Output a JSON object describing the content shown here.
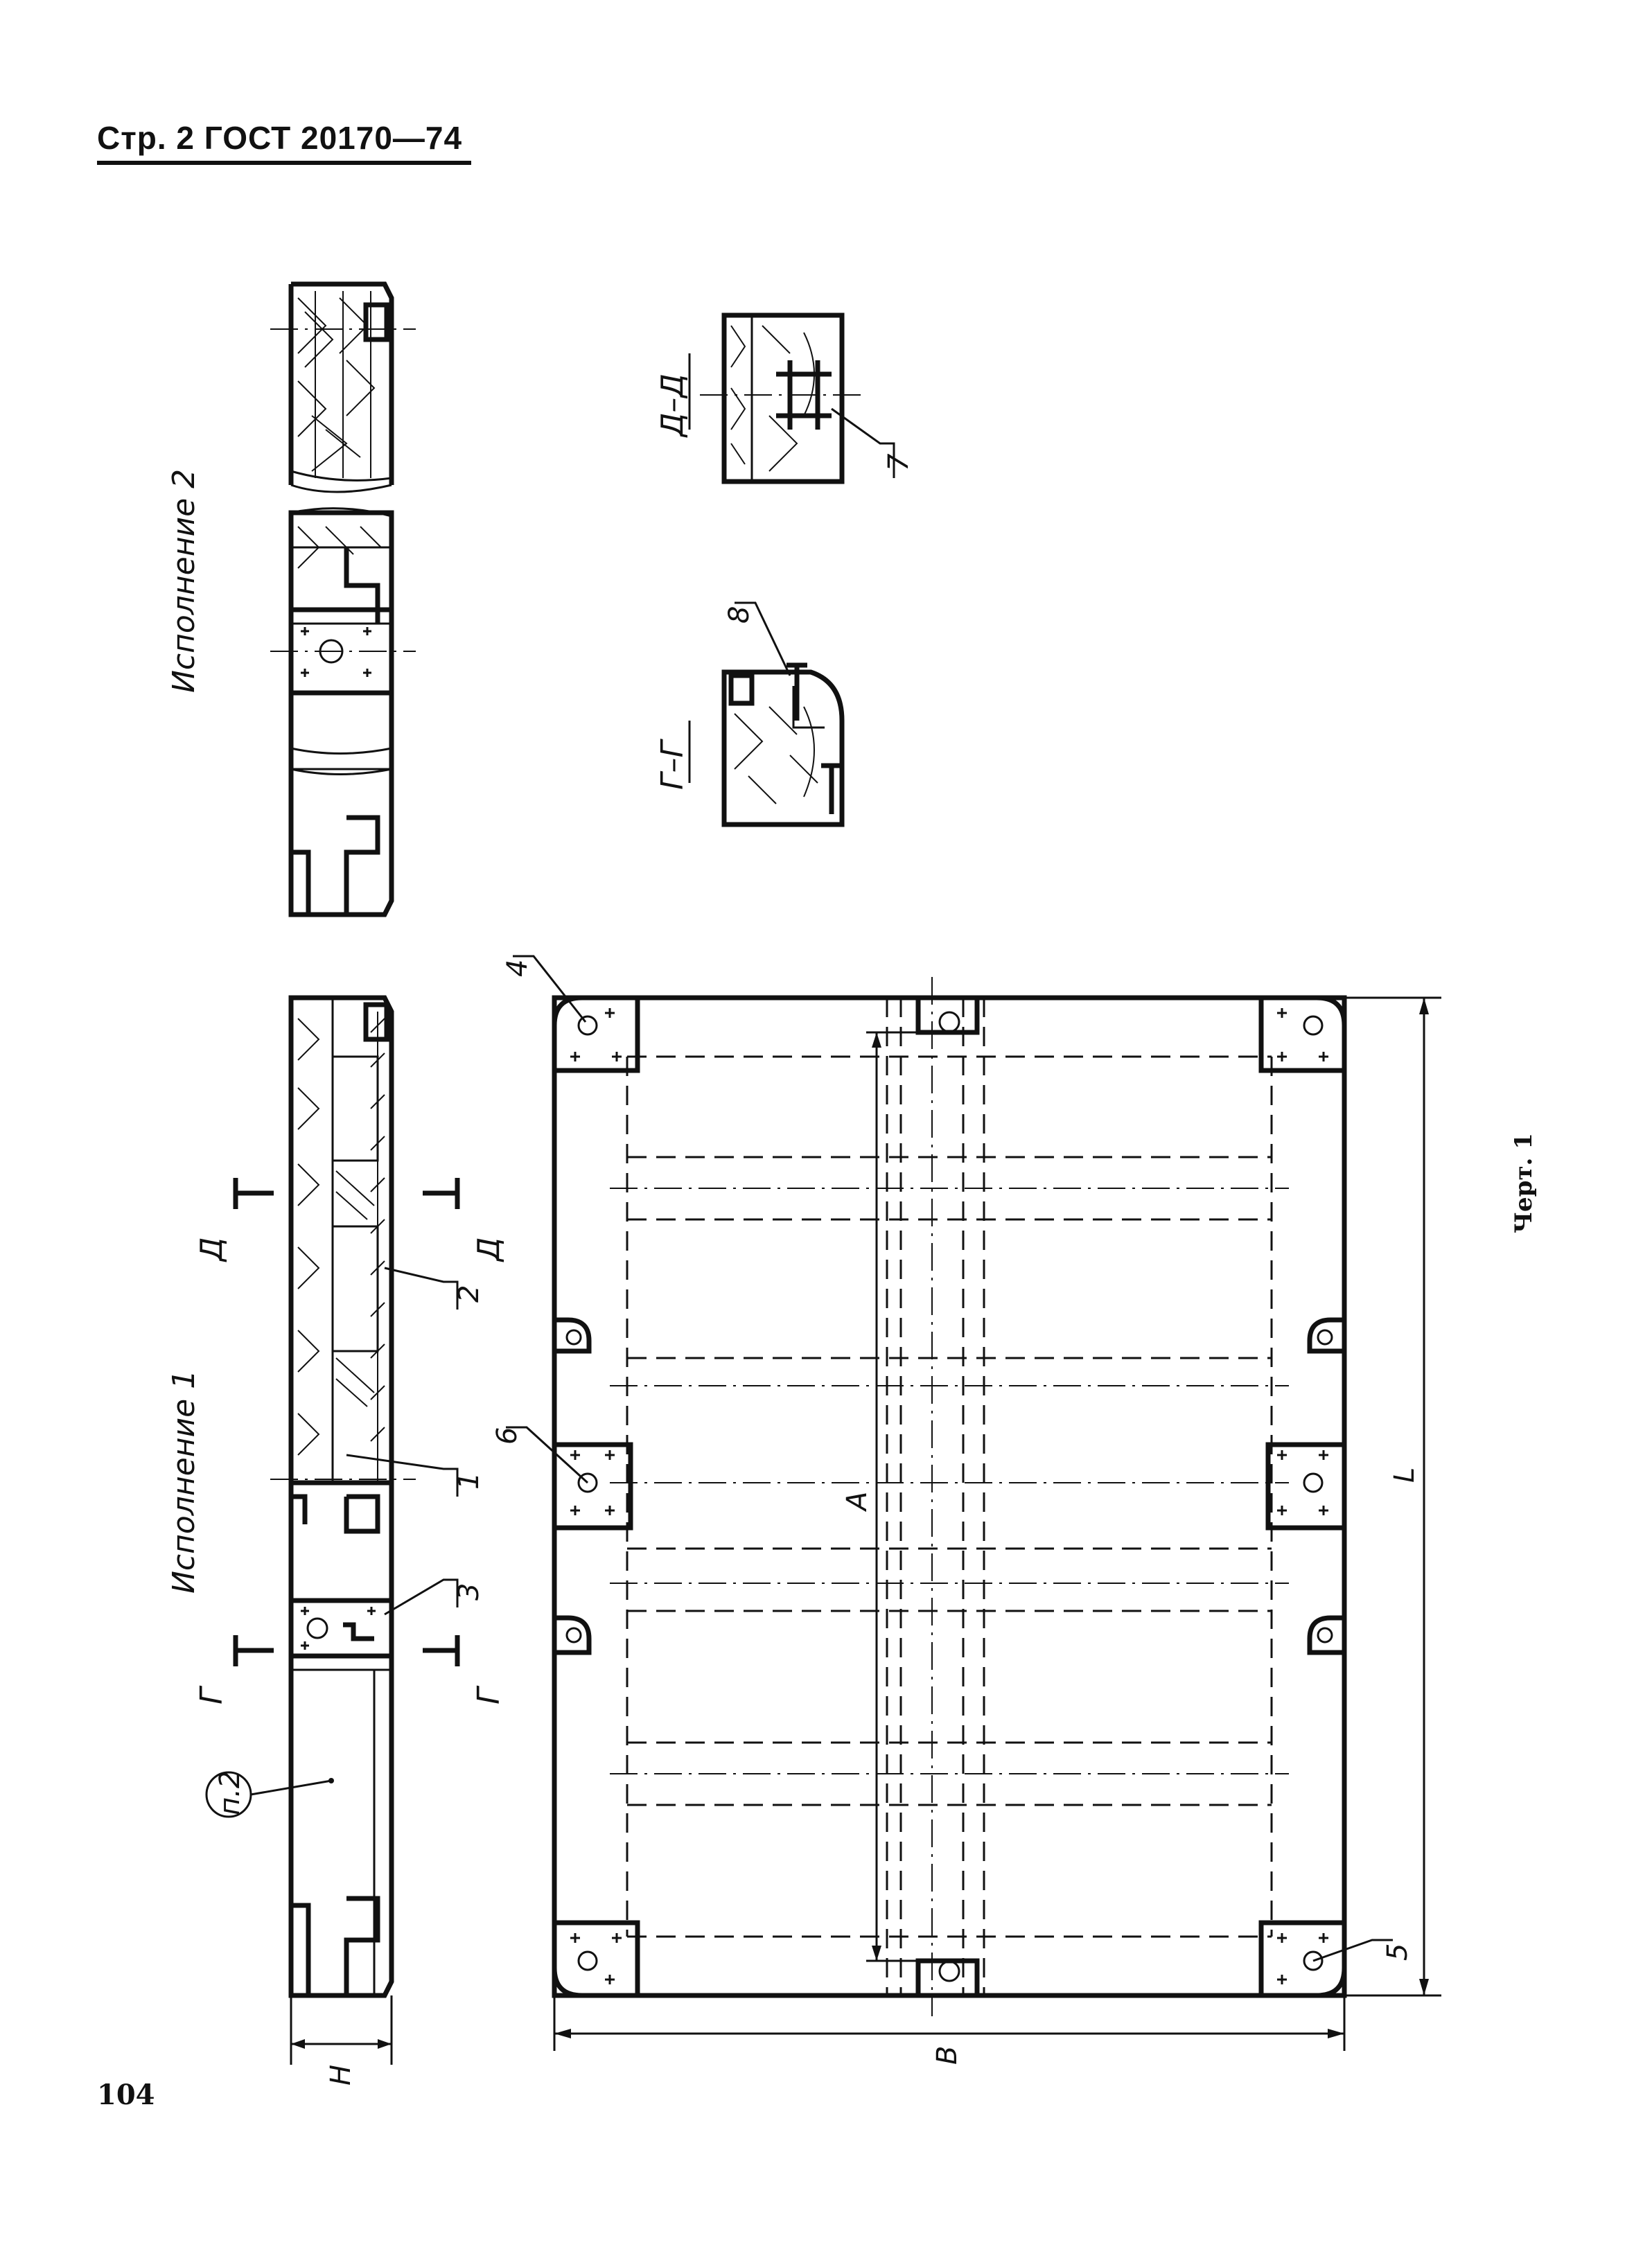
{
  "header": {
    "page_label": "Стр. 2",
    "standard": "ГОСТ 20170—74"
  },
  "page_number": "104",
  "drawing": {
    "caption": "Черт. 1",
    "variant_1_title": "Исполнение 1",
    "variant_2_title": "Исполнение 2",
    "section_gg": "Г–Г",
    "section_dd": "Д–Д",
    "cut_g": "Г",
    "cut_d": "Д",
    "note_ref": "п.2",
    "dim_a": "А",
    "dim_b": "В",
    "dim_l": "L",
    "dim_h": "Н",
    "callouts": [
      "1",
      "2",
      "3",
      "4",
      "5",
      "6",
      "7",
      "8"
    ]
  }
}
